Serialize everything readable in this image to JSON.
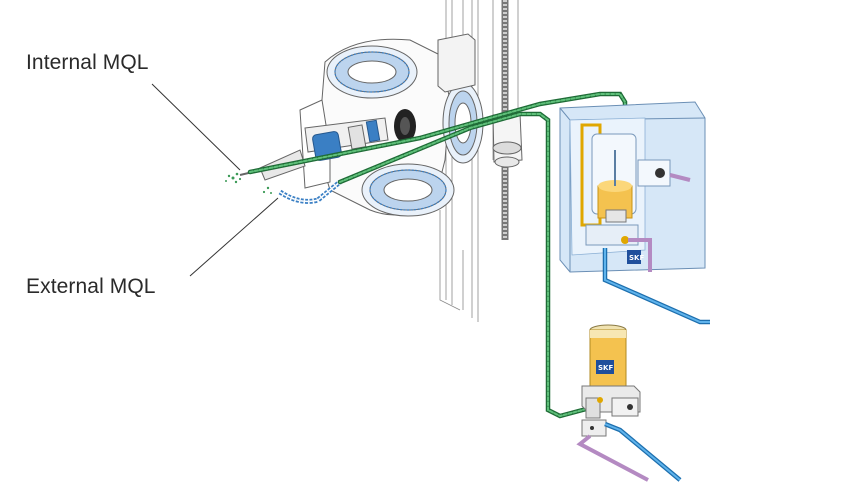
{
  "labels": {
    "internal": "Internal MQL",
    "external": "External MQL"
  },
  "logos": {
    "unit_top": "SKF",
    "unit_bottom": "SKF"
  },
  "colors": {
    "line_art": "#6b6b6b",
    "machine_blue": "#3a7fc4",
    "ring_blue": "#bcd4ee",
    "green_line": "#3c9a57",
    "blue_line": "#3b8fd0",
    "purple_line": "#b48ac2",
    "housing_blue": "#cfe2f5",
    "reservoir_yellow": "#f4c24f",
    "skf_blue": "#1f4f9c"
  },
  "icons": [
    "spindle-head",
    "mist-spray",
    "mql-unit-internal",
    "mql-pump-external",
    "skf-logo"
  ]
}
